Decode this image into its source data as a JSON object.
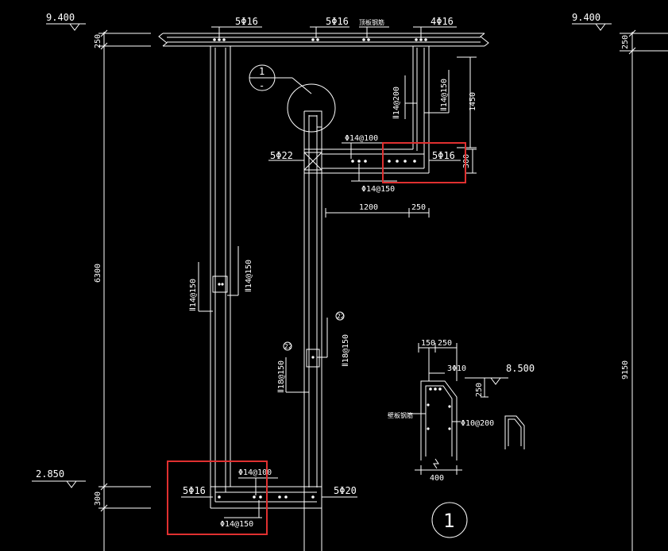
{
  "colors": {
    "background": "#000000",
    "line": "#ffffff",
    "highlight": "#e03030"
  },
  "elevations": {
    "left_top": "9.400",
    "right_top": "9.400",
    "left_bottom": "2.850",
    "detail": "8.500"
  },
  "dimensions": {
    "left_250": "250",
    "left_6300": "6300",
    "left_300": "300",
    "right_250": "250",
    "right_9150": "9150",
    "top_1450": "1450",
    "ledge_300": "300",
    "ledge_1200": "1200",
    "ledge_250": "250",
    "detail_150": "150",
    "detail_250_top": "250",
    "detail_250_side": "250",
    "detail_400": "400"
  },
  "rebar": {
    "top_left": "5Φ16",
    "top_mid": "5Φ16",
    "top_label": "顶板钢筋",
    "top_right": "4Φ16",
    "wall_right_a": "Ⅱ14@200",
    "wall_right_b": "Ⅱ14@150",
    "ledge_top": "Φ14@100",
    "ledge_bottom": "Φ14@150",
    "ledge_left": "5Φ22",
    "ledge_right": "5Φ16",
    "wall_left_a": "Ⅱ14@150",
    "wall_left_b": "Ⅱ14@150",
    "inner_a": "Ⅱ18@150",
    "inner_b": "Ⅱ18@150",
    "marker_22": "22",
    "bottom_top": "Φ14@100",
    "bottom_left": "5Φ16",
    "bottom_bottom": "Φ14@150",
    "bottom_right": "5Φ20",
    "detail_top": "3Φ10",
    "detail_label": "壁板钢筋",
    "detail_side": "Φ10@200"
  },
  "markers": {
    "section_top": "1",
    "section_bottom": "-",
    "detail_number": "1"
  }
}
